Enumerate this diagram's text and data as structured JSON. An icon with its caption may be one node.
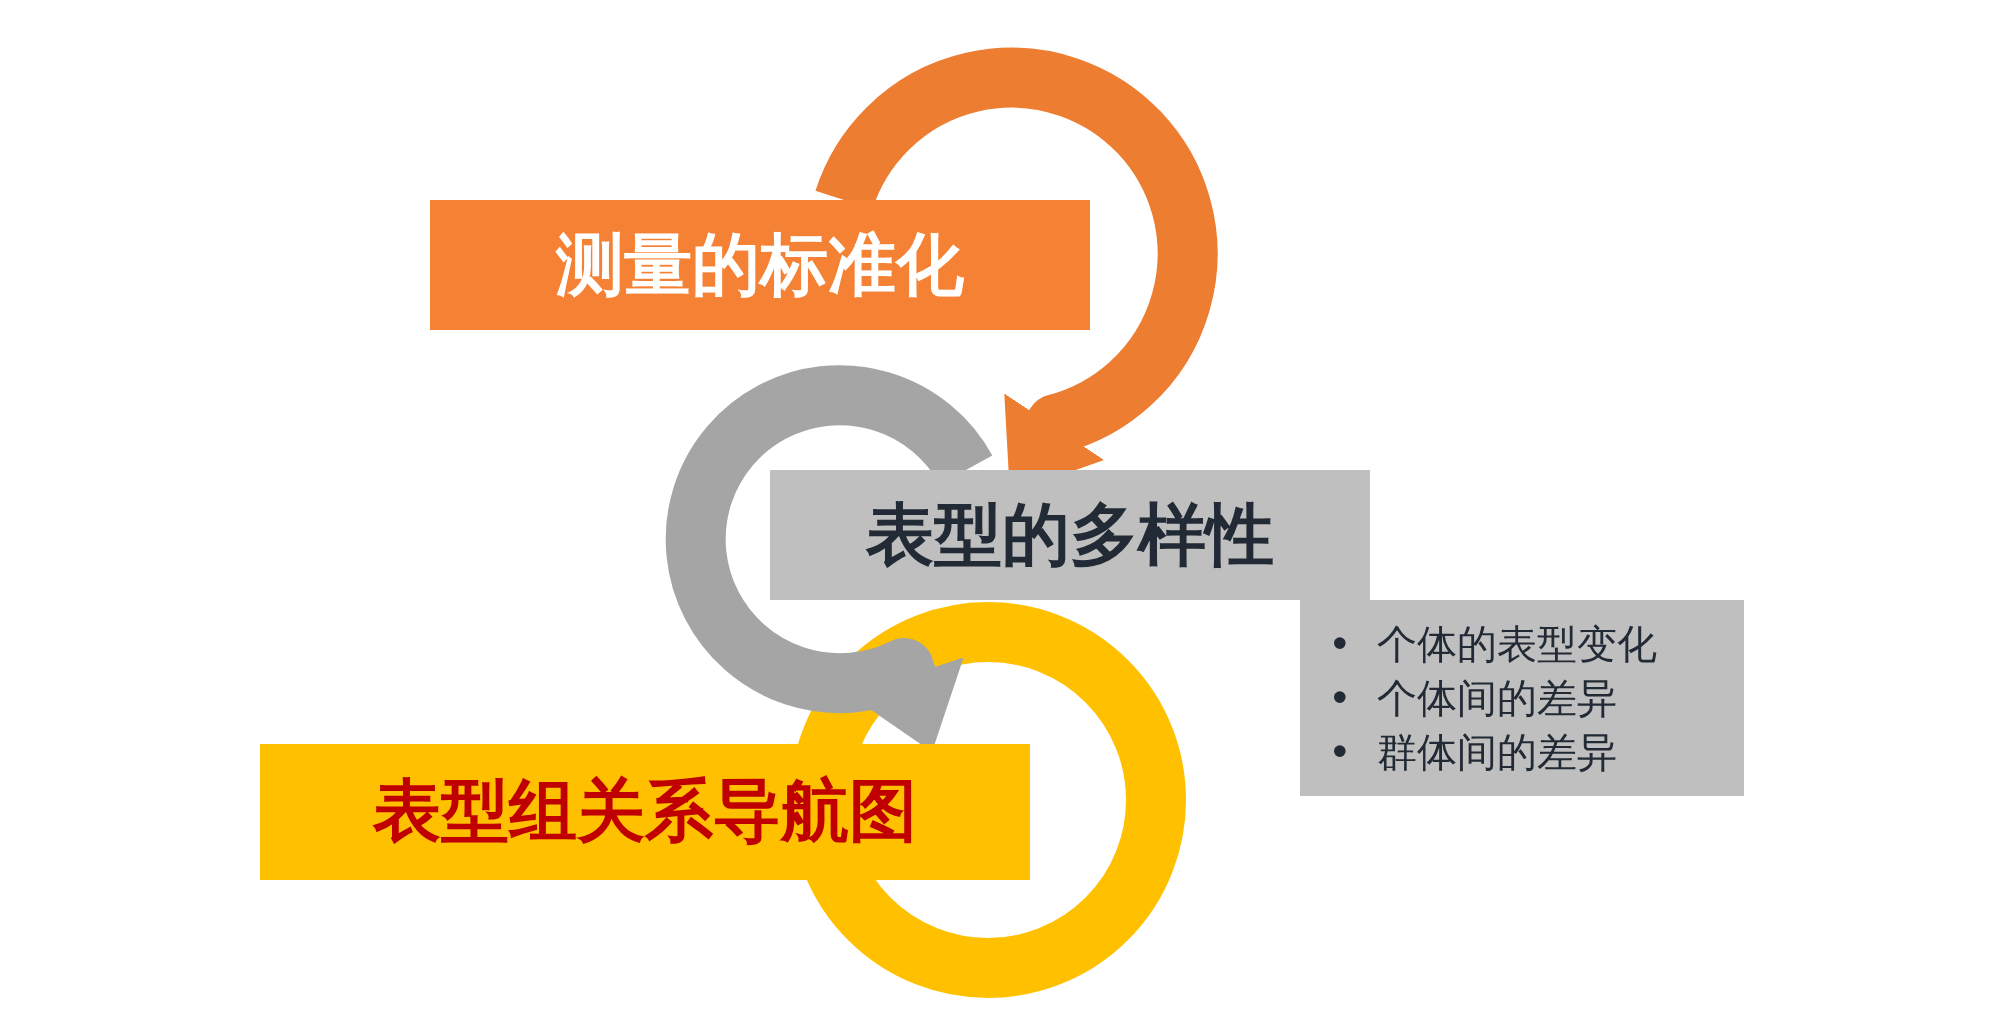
{
  "diagram": {
    "nodes": [
      {
        "text": [
          "测量的标准化"
        ]
      },
      {
        "text": [
          "表型的多样性"
        ]
      },
      {
        "text": [
          "•  个体的表型变化",
          "•  个体间的差异",
          "•  群体间的差异"
        ]
      },
      {
        "text": [
          "表型组关系导航图"
        ]
      }
    ],
    "edges": [
      {
        "from": 0,
        "to": 1,
        "arrow": "to",
        "color": "#ed7d31"
      },
      {
        "from": 1,
        "to": 3,
        "arrow": "to",
        "color": "#a5a5a5"
      }
    ]
  }
}
